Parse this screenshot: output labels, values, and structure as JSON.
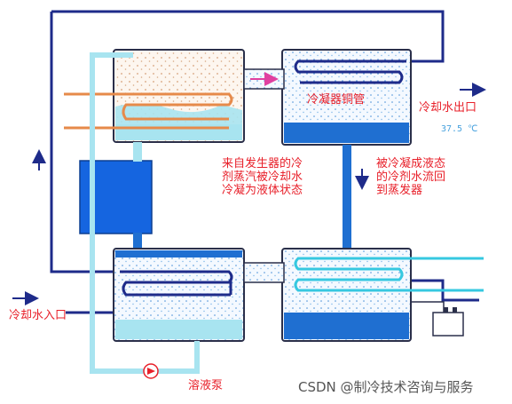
{
  "labels": {
    "condenser_tube": "冷凝器铜管",
    "cooling_water_outlet": "冷却水出口",
    "outlet_temperature": "37.5 ℃",
    "vapor_condensing": "来自发生器的冷\n剂蒸汽被冷却水\n冷凝为液体状态",
    "liquid_return": "被冷凝成液态\n的冷剂水流回\n到蒸发器",
    "cooling_water_inlet": "冷却水入口",
    "solution_pump": "溶液泵"
  },
  "watermark": "CSDN @制冷技术咨询与服务",
  "colors": {
    "navy_pipe": "#1e2b8a",
    "orange_coil": "#e68a4a",
    "cyan_coil": "#36c8e0",
    "liquid_blue": "#1f6fd1",
    "light_solution": "#a8e4f0",
    "heat_exchanger": "#1565e0",
    "label_red": "#e8202a",
    "temperature_blue": "#4aa3df"
  }
}
